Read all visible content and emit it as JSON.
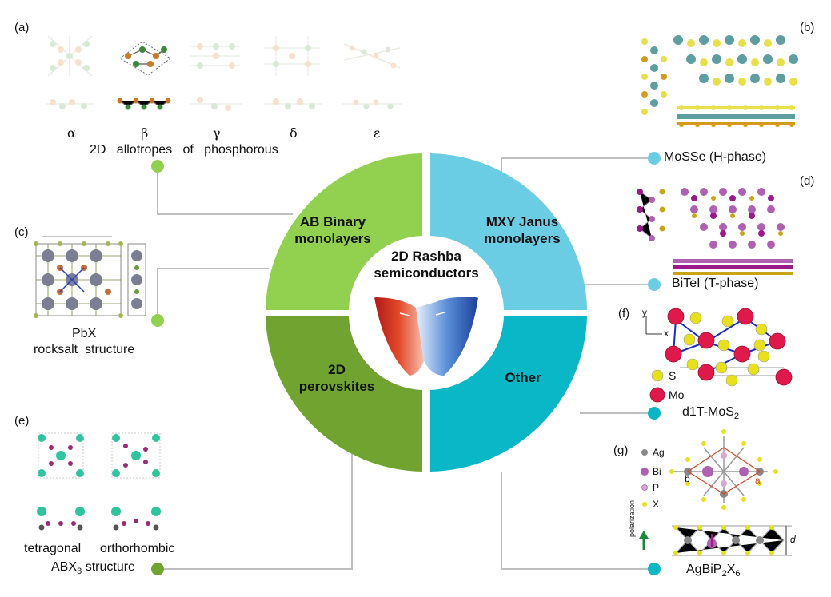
{
  "center": {
    "title_line1": "2D Rashba",
    "title_line2": "semiconductors"
  },
  "quadrants": {
    "top_left": {
      "line1": "AB Binary",
      "line2": "monolayers",
      "color": "#92d050"
    },
    "top_right": {
      "line1": "MXY Janus",
      "line2": "monolayers",
      "color": "#6bcde4"
    },
    "bottom_left": {
      "line1": "2D",
      "line2": "perovskites",
      "color": "#70a330"
    },
    "bottom_right": {
      "line1": "Other",
      "color": "#0ab7c6"
    }
  },
  "panels": {
    "a": {
      "letter": "(a)",
      "allotropes": [
        "α",
        "β",
        "γ",
        "δ",
        "ε"
      ],
      "caption": "2D   allotropes   of   phosphorous"
    },
    "b": {
      "letter": "(b)",
      "caption": "MoSSe (H-phase)"
    },
    "c": {
      "letter": "(c)",
      "caption_line1": "PbX",
      "caption_line2": "rocksalt  structure"
    },
    "d": {
      "letter": "(d)",
      "caption": "BiTeI (T-phase)"
    },
    "e": {
      "letter": "(e)",
      "label_left": "tetragonal",
      "label_right": "orthorhombic",
      "caption_pre": "ABX",
      "caption_sub": "3",
      "caption_post": " structure"
    },
    "f": {
      "letter": "(f)",
      "legend_s": "S",
      "legend_mo": "Mo",
      "caption_pre": "d1T-MoS",
      "caption_sub": "2",
      "axis_x": "x",
      "axis_y": "y"
    },
    "g": {
      "letter": "(g)",
      "legend": [
        "Ag",
        "Bi",
        "P",
        "X"
      ],
      "caption_pre": "AgBiP",
      "caption_sub1": "2",
      "caption_mid": "X",
      "caption_sub2": "6",
      "label_b": "b",
      "label_a": "a",
      "label_d": "d",
      "label_pol": "polarization"
    }
  },
  "colors": {
    "connector": "#bfbfbf",
    "green_dot": "#92d050",
    "dark_green_dot": "#70a330",
    "cyan_dot": "#6bcde4",
    "teal_dot": "#0ab7c6",
    "phos_orange": "#f5c8a5",
    "phos_green": "#b9d9b4",
    "mo_teal": "#5f9ea0",
    "s_yellow": "#e8e04a",
    "bi_purple": "#b060b0",
    "te_magenta": "#9b1a8b",
    "mo_red": "#e0194b"
  }
}
